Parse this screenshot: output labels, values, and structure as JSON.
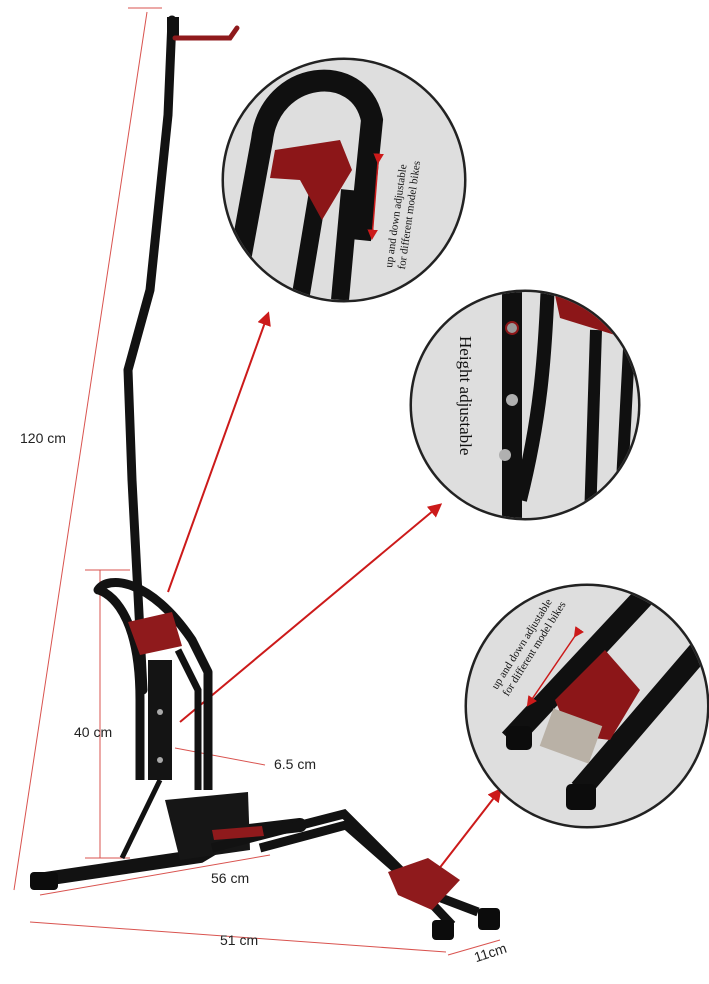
{
  "dimensions": {
    "height_total": "120 cm",
    "height_base": "40 cm",
    "slot_width": "6.5 cm",
    "length_56": "56 cm",
    "length_51": "51 cm",
    "depth": "11cm"
  },
  "callouts": {
    "top": {
      "line1": "up and down adjustable",
      "line2": "for different model bikes"
    },
    "middle": {
      "text": "Height adjustable"
    },
    "bottom": {
      "line1": "up and down adjustable",
      "line2": "for different model bikes"
    }
  },
  "colors": {
    "frame": "#111111",
    "accent_red": "#8f1a1c",
    "dimension_line": "#d9534f",
    "arrow_red": "#cc1a1a"
  }
}
